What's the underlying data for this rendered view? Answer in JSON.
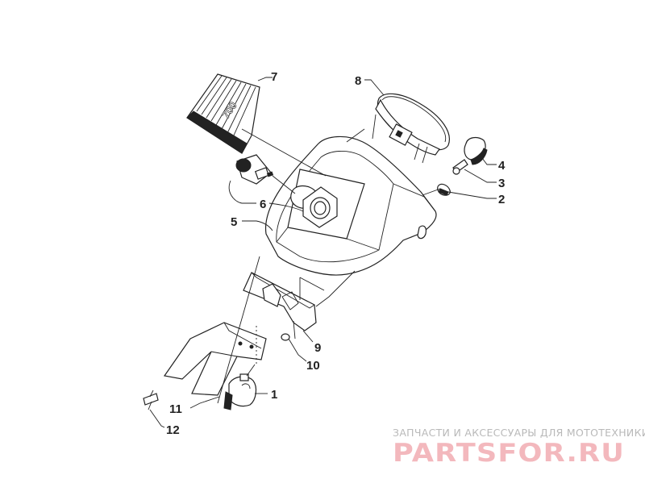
{
  "callouts": {
    "c1": "1",
    "c2": "2",
    "c3": "3",
    "c4": "4",
    "c5": "5",
    "c6": "6",
    "c7": "7",
    "c8": "8",
    "c9": "9",
    "c10": "10",
    "c11": "11",
    "c12": "12"
  },
  "watermark": {
    "tagline": "ЗАПЧАСТИ И АКСЕССУАРЫ ДЛЯ МОТОТЕХНИКИ",
    "logo": "PARTSFOR.RU",
    "logo_color": "#f3b8bd"
  },
  "decal_text": "700"
}
